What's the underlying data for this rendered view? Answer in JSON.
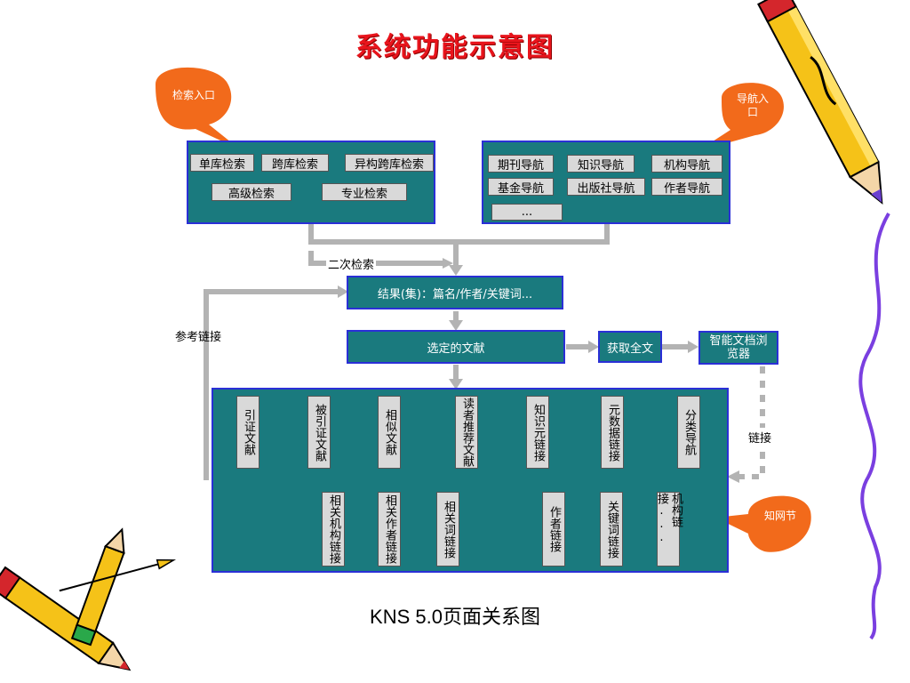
{
  "slide": {
    "title": "系统功能示意图",
    "caption": "KNS 5.0页面关系图"
  },
  "bubbles": {
    "search_entry": "检索入口",
    "nav_entry": "导航入口",
    "node": "知网节"
  },
  "search_panel": {
    "items": [
      "单库检索",
      "跨库检索",
      "异构跨库检索",
      "高级检索",
      "专业检索"
    ]
  },
  "nav_panel": {
    "items": [
      "期刊导航",
      "知识导航",
      "机构导航",
      "基金导航",
      "出版社导航",
      "作者导航",
      "..."
    ]
  },
  "flow": {
    "secondary_search": "二次检索",
    "results": "结果(集)：篇名/作者/关键词...",
    "ref_link": "参考链接",
    "selected": "选定的文献",
    "fulltext": "获取全文",
    "browser": "智能文档浏览器",
    "link": "链接"
  },
  "node_panel": {
    "top_items": [
      "引证文献",
      "被引证文献",
      "相似文献",
      "读者推荐文献",
      "知识元链接",
      "元数据链接",
      "分类导航"
    ],
    "sub_left": [
      "相关机构链接",
      "相关作者链接",
      "相关词链接"
    ],
    "sub_right": [
      "作者链接",
      "关键词链接",
      "机构链接..."
    ]
  },
  "colors": {
    "title": "#e8141c",
    "panel": "#1a7a7e",
    "panel_border": "#2a2fd6",
    "box": "#d9d9d9",
    "bubble": "#f26a1b",
    "arrow": "#b3b3b3"
  }
}
